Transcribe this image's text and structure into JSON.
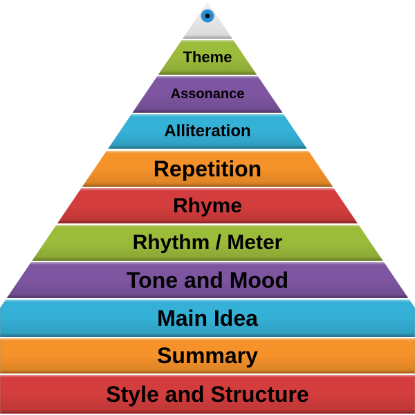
{
  "top_icon": "eye-icon",
  "layers": [
    {
      "label": "Theme",
      "color": "#9bbb3b"
    },
    {
      "label": "Assonance",
      "color": "#7d55a0"
    },
    {
      "label": "Alliteration",
      "color": "#35b0d6"
    },
    {
      "label": "Repetition",
      "color": "#f5922a"
    },
    {
      "label": "Rhyme",
      "color": "#d43d3d"
    },
    {
      "label": "Rhythm / Meter",
      "color": "#9bbb3b"
    },
    {
      "label": "Tone and Mood",
      "color": "#7d55a0"
    },
    {
      "label": "Main Idea",
      "color": "#35b0d6"
    },
    {
      "label": "Summary",
      "color": "#f5922a"
    },
    {
      "label": "Style and Structure",
      "color": "#d43d3d"
    }
  ]
}
